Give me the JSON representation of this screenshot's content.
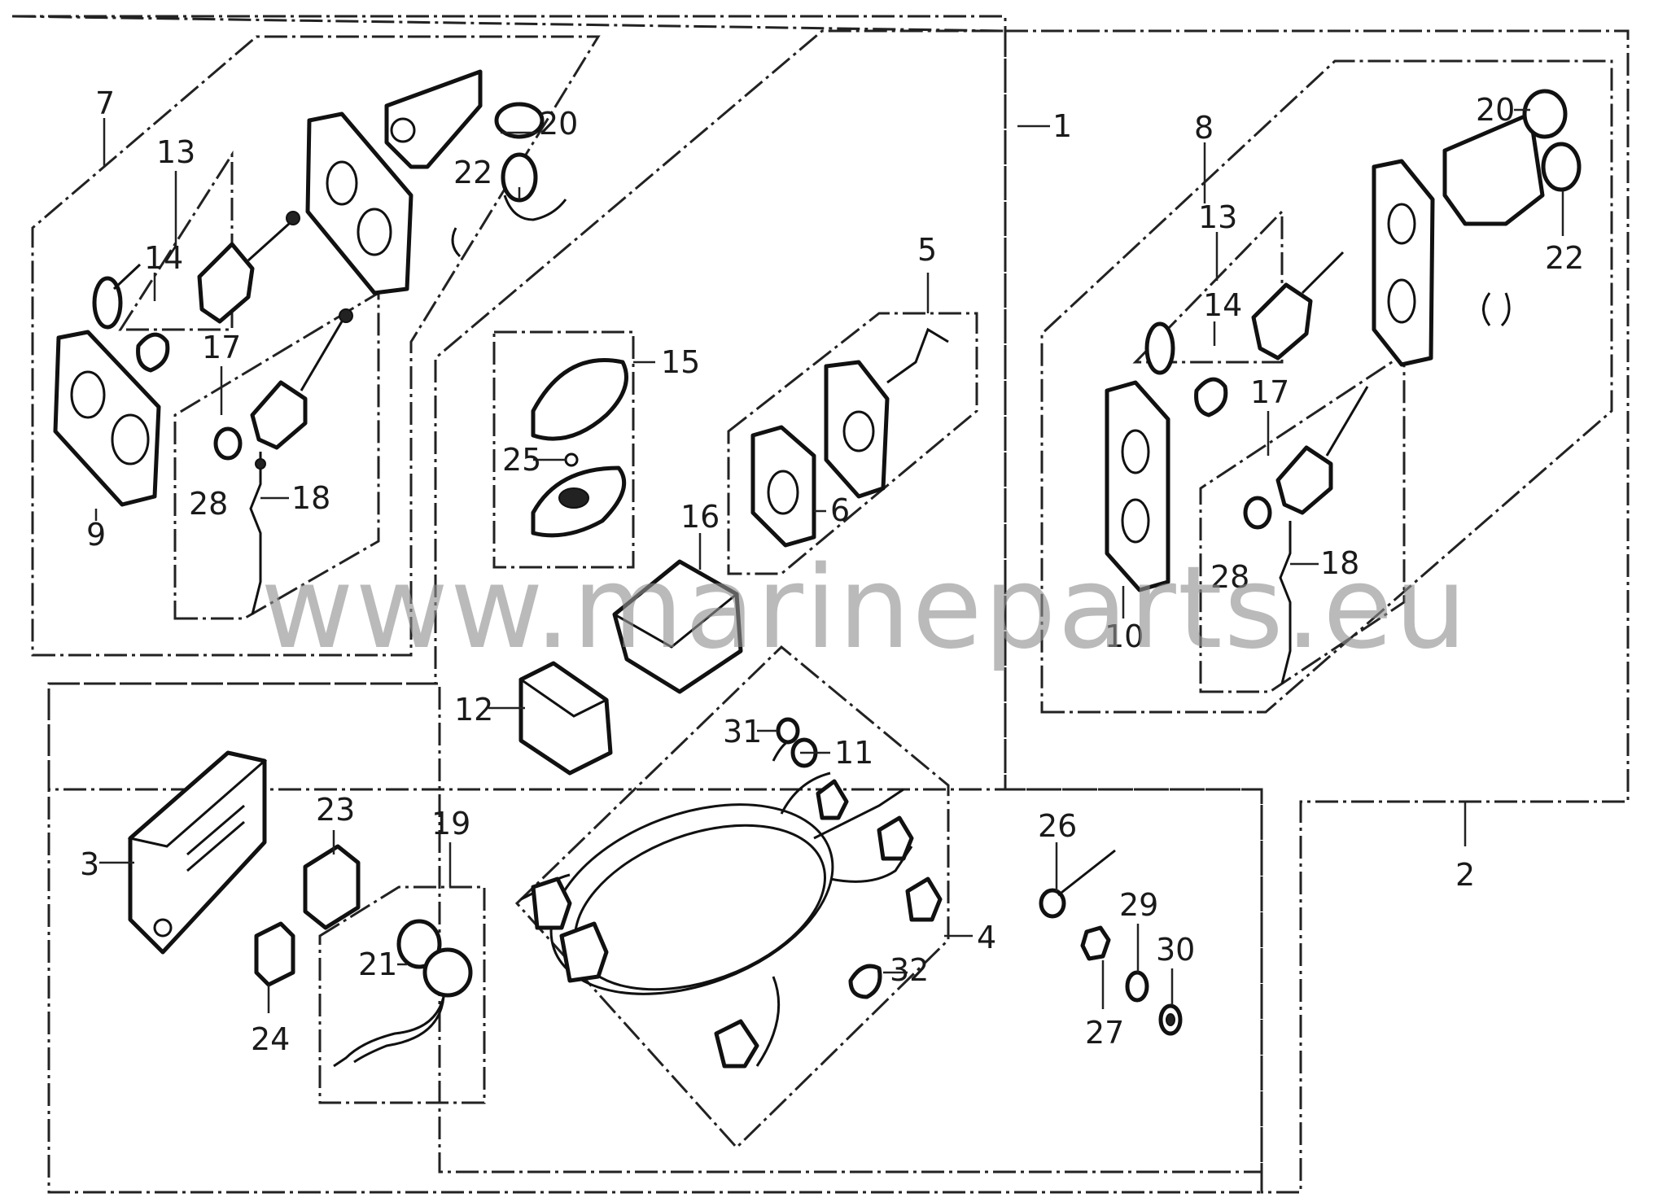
{
  "watermark": "www.marineparts.eu",
  "callouts": {
    "c1": "1",
    "c2": "2",
    "c3": "3",
    "c4": "4",
    "c5": "5",
    "c6": "6",
    "c7": "7",
    "c8": "8",
    "c9": "9",
    "c10": "10",
    "c11": "11",
    "c12": "12",
    "c13a": "13",
    "c13b": "13",
    "c14a": "14",
    "c14b": "14",
    "c15": "15",
    "c16": "16",
    "c17a": "17",
    "c17b": "17",
    "c18a": "18",
    "c18b": "18",
    "c19": "19",
    "c20a": "20",
    "c20b": "20",
    "c21": "21",
    "c22a": "22",
    "c22b": "22",
    "c23": "23",
    "c24": "24",
    "c25": "25",
    "c26": "26",
    "c27": "27",
    "c28a": "28",
    "c28b": "28",
    "c29": "29",
    "c30": "30",
    "c31": "31",
    "c32": "32"
  }
}
